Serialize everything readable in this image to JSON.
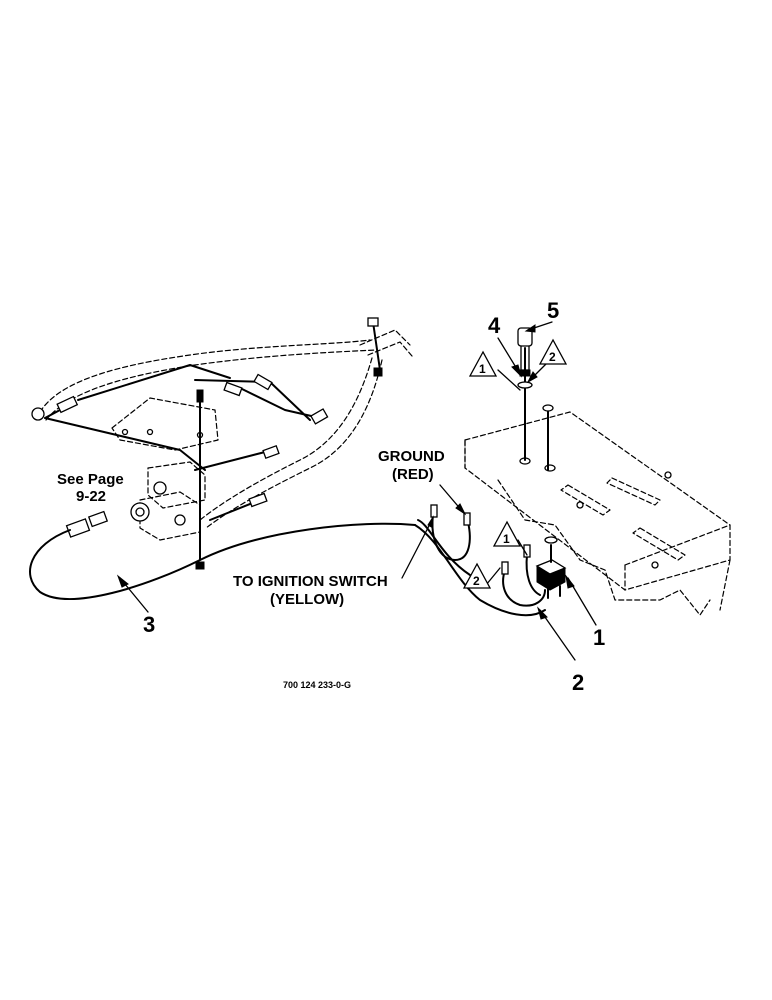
{
  "callouts": {
    "item1": "1",
    "item2": "2",
    "item3": "3",
    "item4": "4",
    "item5": "5"
  },
  "notes": {
    "note1": "1",
    "note2": "2"
  },
  "labels": {
    "see_page_line1": "See Page",
    "see_page_line2": "9-22",
    "ground_line1": "GROUND",
    "ground_line2": "(RED)",
    "ignition_line1": "TO IGNITION SWITCH",
    "ignition_line2": "(YELLOW)"
  },
  "figure_number": "700 124 233-0-G"
}
